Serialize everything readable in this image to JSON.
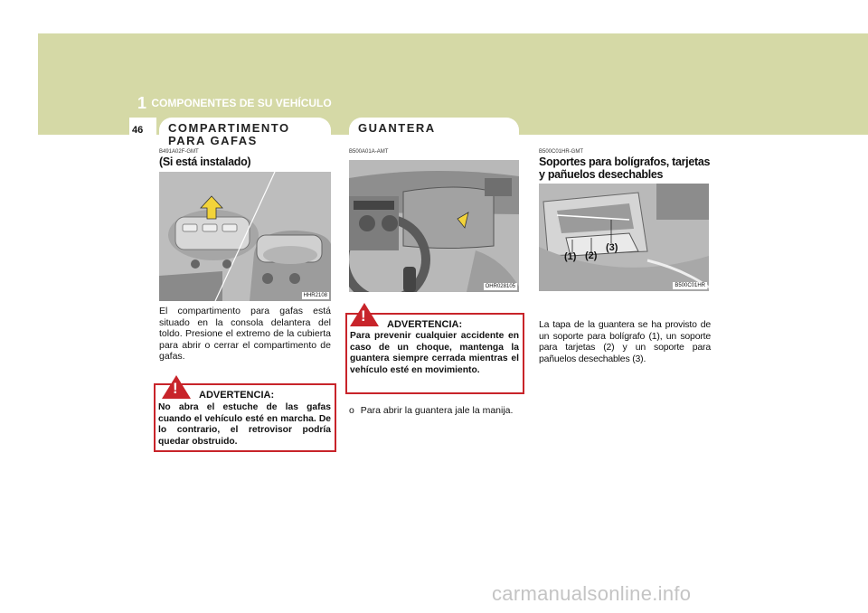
{
  "header": {
    "chapter_number": "1",
    "chapter_title": "COMPONENTES DE SU VEHÍCULO",
    "page_number": "46"
  },
  "sections": {
    "col1": {
      "tab_title": "COMPARTIMENTO PARA GAFAS",
      "code": "B491A02F-GMT",
      "heading": "(Si está instalado)",
      "photo_code": "HHR2108",
      "body": "El compartimento para gafas está situado en la consola delantera del toldo. Presione el extremo de la cubierta para abrir o cerrar el compartimento de gafas.",
      "warning_title": "ADVERTENCIA:",
      "warning_text": "No abra el estuche de las gafas cuando el vehículo esté en marcha. De lo contrario, el retrovisor podría quedar obstruido."
    },
    "col2": {
      "tab_title": "GUANTERA",
      "code": "B500A01A-AMT",
      "photo_code": "OHR028105",
      "warning_title": "ADVERTENCIA:",
      "warning_text": "Para prevenir cualquier accidente en caso de un choque, mantenga la guantera siempre cerrada mientras el vehículo esté en movimiento.",
      "bullet_marker": "o",
      "bullet_text": "Para abrir la guantera jale la manija."
    },
    "col3": {
      "code": "B500C01HR-GMT",
      "heading": "Soportes para bolígrafos, tarjetas y pañuelos desechables",
      "photo_code": "B500C01HR",
      "callouts": [
        "(1)",
        "(2)",
        "(3)"
      ],
      "body": "La tapa de la guantera se ha provisto de un soporte para bolígrafo (1), un soporte para tarjetas (2) y un soporte para pañuelos desechables (3)."
    }
  },
  "watermark": "carmanualsonline.info",
  "colors": {
    "band": "#d5d9a6",
    "warning_red": "#c8242a"
  }
}
